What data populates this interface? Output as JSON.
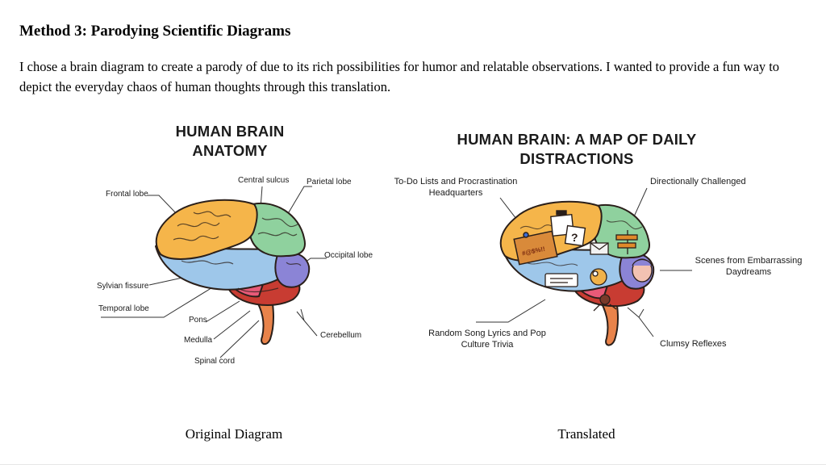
{
  "section": {
    "heading": "Method 3: Parodying Scientific Diagrams",
    "intro": "I chose a brain diagram to create a parody of due to its rich possibilities for humor and relatable observations. I wanted to provide a fun way to depict the everyday chaos of human thoughts through this translation."
  },
  "original": {
    "title": "HUMAN BRAIN ANATOMY",
    "caption": "Original Diagram",
    "labels": {
      "frontal": "Frontal lobe",
      "central": "Central sulcus",
      "parietal": "Parietal lobe",
      "occipital": "Occipital lobe",
      "sylvian": "Sylvian fissure",
      "temporal": "Temporal lobe",
      "pons": "Pons",
      "medulla": "Medulla",
      "spinal": "Spinal cord",
      "cerebellum": "Cerebellum"
    }
  },
  "translated": {
    "title": "HUMAN BRAIN: A MAP OF DAILY DISTRACTIONS",
    "caption": "Translated",
    "labels": {
      "todo": "To-Do Lists and Procrastination Headquarters",
      "directionally": "Directionally Challenged",
      "scenes": "Scenes from Embarrassing Daydreams",
      "lyrics": "Random Song Lyrics and Pop Culture Trivia",
      "clumsy": "Clumsy Reflexes"
    },
    "doodles": {
      "sticky_note": "#@$%!!",
      "question_mark": "?"
    }
  },
  "colors": {
    "frontal": "#f5b54a",
    "parietal": "#8fd19e",
    "temporal": "#9ec7ea",
    "occipital": "#8b84d6",
    "cerebellum": "#c83c32",
    "brainstem": "#e9834a",
    "pons": "#e85a78",
    "outline": "#2a1f1a"
  }
}
